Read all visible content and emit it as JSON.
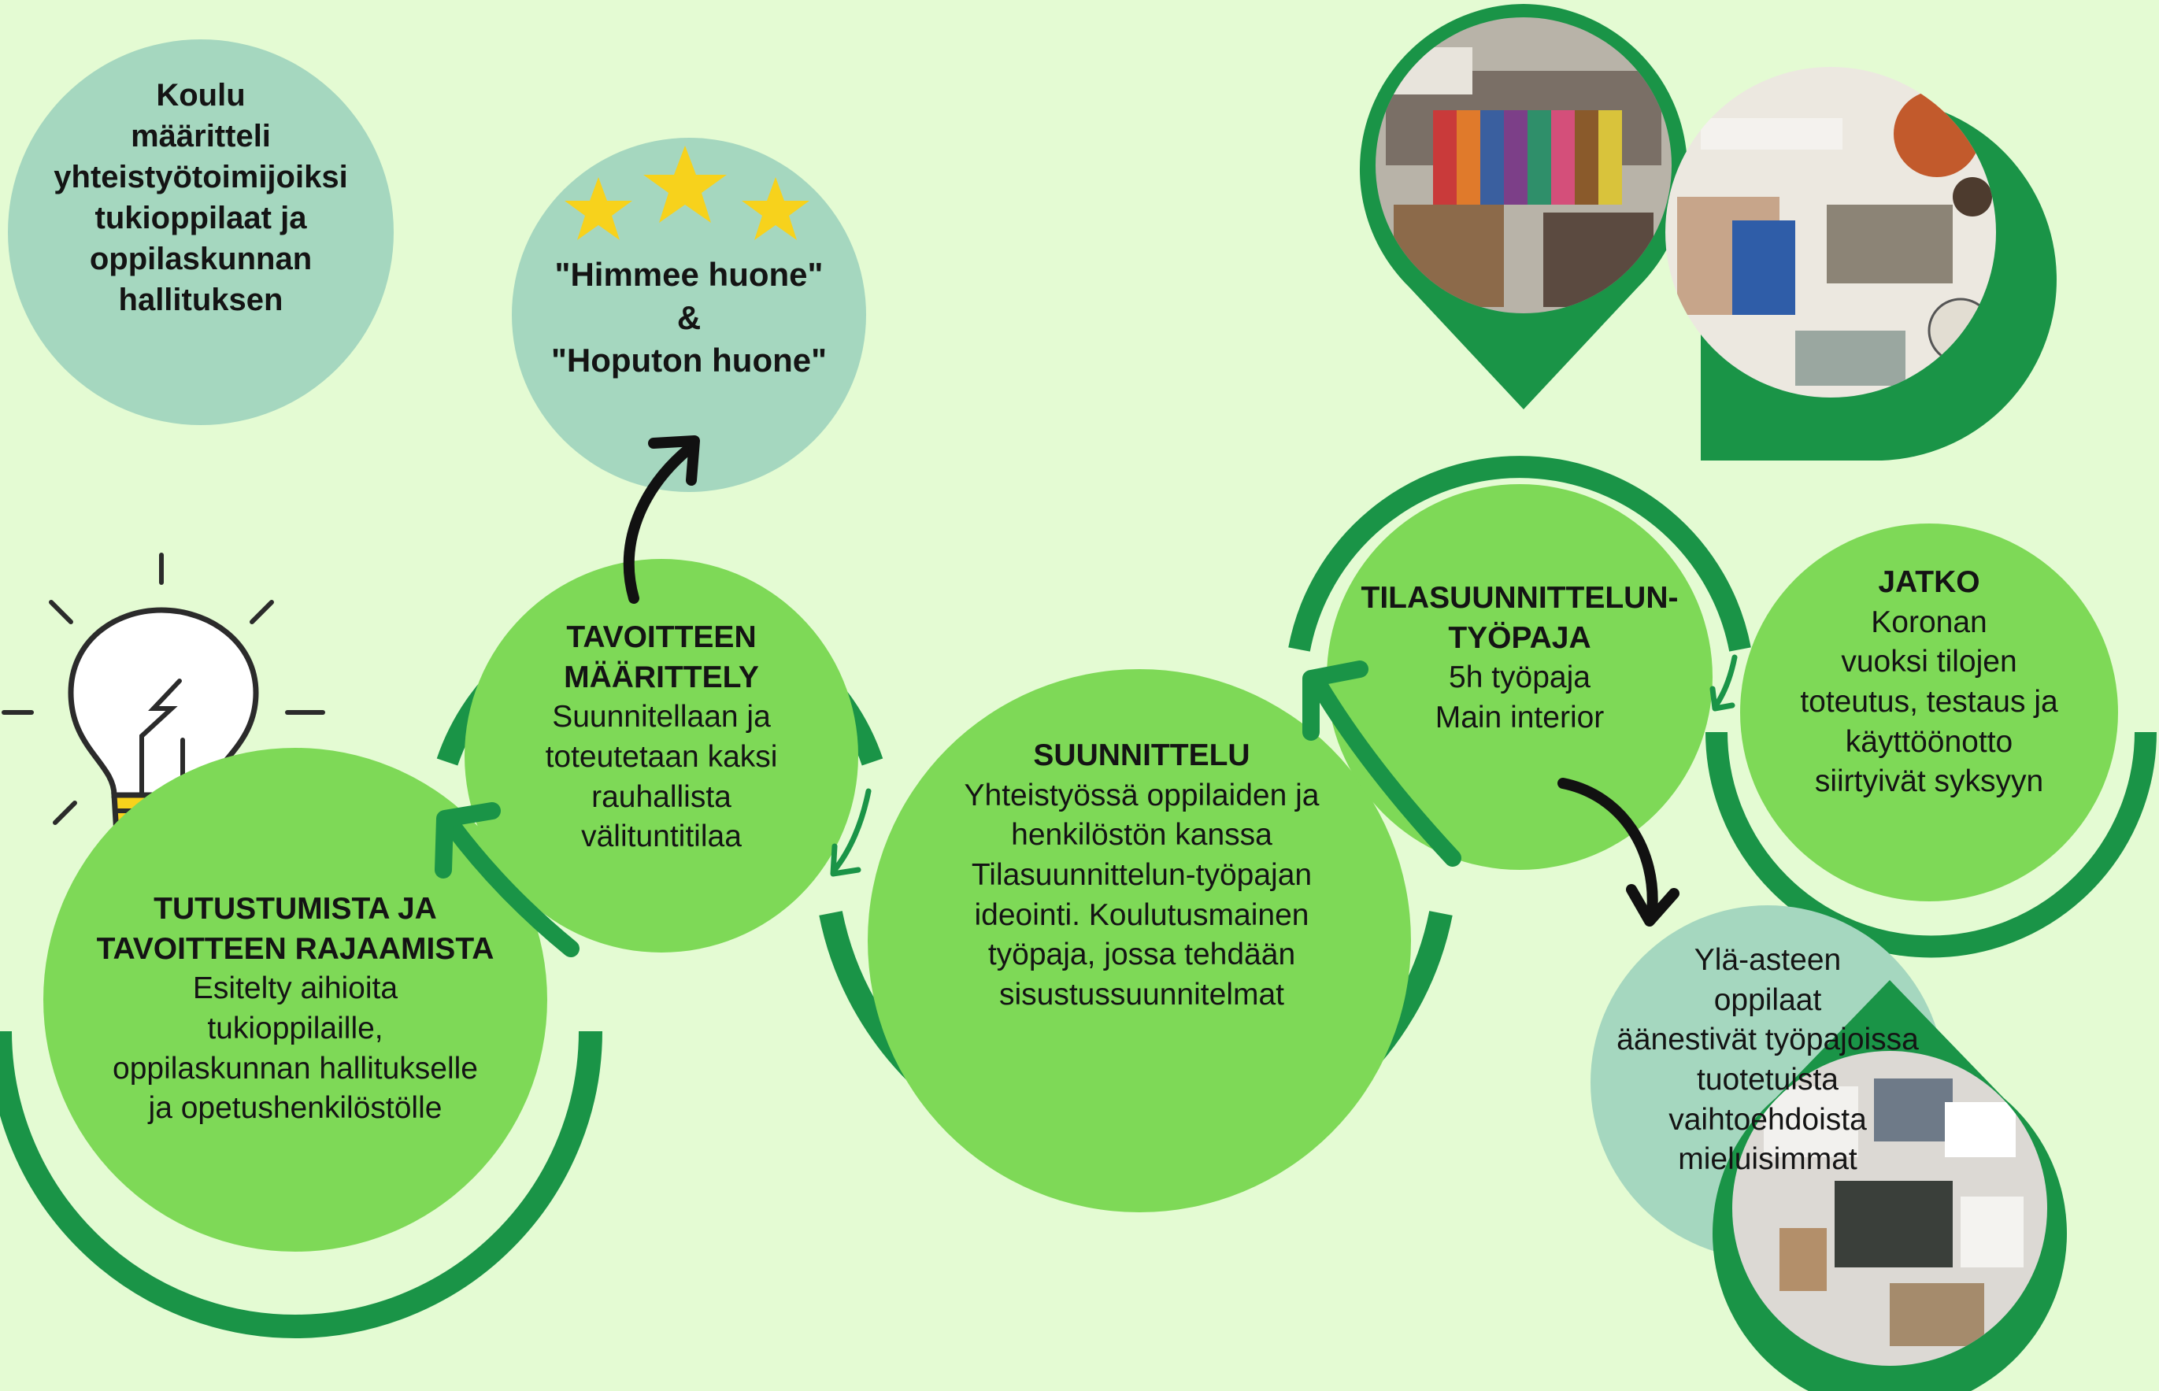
{
  "colors": {
    "background": "#e4fbd3",
    "light_green": "#7ed957",
    "dark_green": "#1a9447",
    "teal": "#a5d7bf",
    "arrow_black": "#111111",
    "star_yellow": "#f7d21c"
  },
  "icons": [
    "lightbulb-icon",
    "star-icon",
    "photo-moodboard",
    "photo-fabric-samples",
    "photo-design-sketches"
  ],
  "school_note": {
    "lines": [
      "Koulu",
      "määritteli",
      "yhteistyötoimijoiksi",
      "tukioppilaat ja",
      "oppilaskunnan",
      "hallituksen"
    ]
  },
  "rooms": {
    "lines": [
      "\"Himmee huone\"",
      "&",
      "\"Hoputon huone\""
    ]
  },
  "steps": {
    "tutustuminen": {
      "title_lines": [
        "TUTUSTUMISTA JA",
        "TAVOITTEEN RAJAAMISTA"
      ],
      "body_lines": [
        "Esitelty aihioita",
        "tukioppilaille,",
        "oppilaskunnan hallitukselle",
        "ja opetushenkilöstölle"
      ]
    },
    "tavoite": {
      "title_lines": [
        "TAVOITTEEN",
        "MÄÄRITTELY"
      ],
      "body_lines": [
        "Suunnitellaan ja",
        "toteutetaan kaksi",
        "rauhallista",
        "välituntitilaa"
      ]
    },
    "suunnittelu": {
      "title_lines": [
        "SUUNNITTELU"
      ],
      "body_lines": [
        "Yhteistyössä oppilaiden ja",
        "henkilöstön kanssa",
        "Tilasuunnittelun-työpajan",
        "ideointi. Koulutusmainen",
        "työpaja, jossa tehdään",
        "sisustussuunnitelmat"
      ]
    },
    "tyopaja": {
      "title_lines": [
        "TILASUUNNITTELUN-",
        "TYÖPAJA"
      ],
      "body_lines": [
        "5h työpaja",
        "Main interior"
      ]
    },
    "jatko": {
      "title_lines": [
        "JATKO"
      ],
      "body_lines": [
        "Koronan",
        "vuoksi tilojen",
        "toteutus, testaus ja",
        "käyttöönotto",
        "siirtyivät syksyyn"
      ]
    }
  },
  "voting_note": {
    "lines": [
      "Ylä-asteen",
      "oppilaat",
      "äänestivät työpajoissa",
      "tuotetuista",
      "vaihtoehdoista",
      "mieluisimmat"
    ]
  }
}
